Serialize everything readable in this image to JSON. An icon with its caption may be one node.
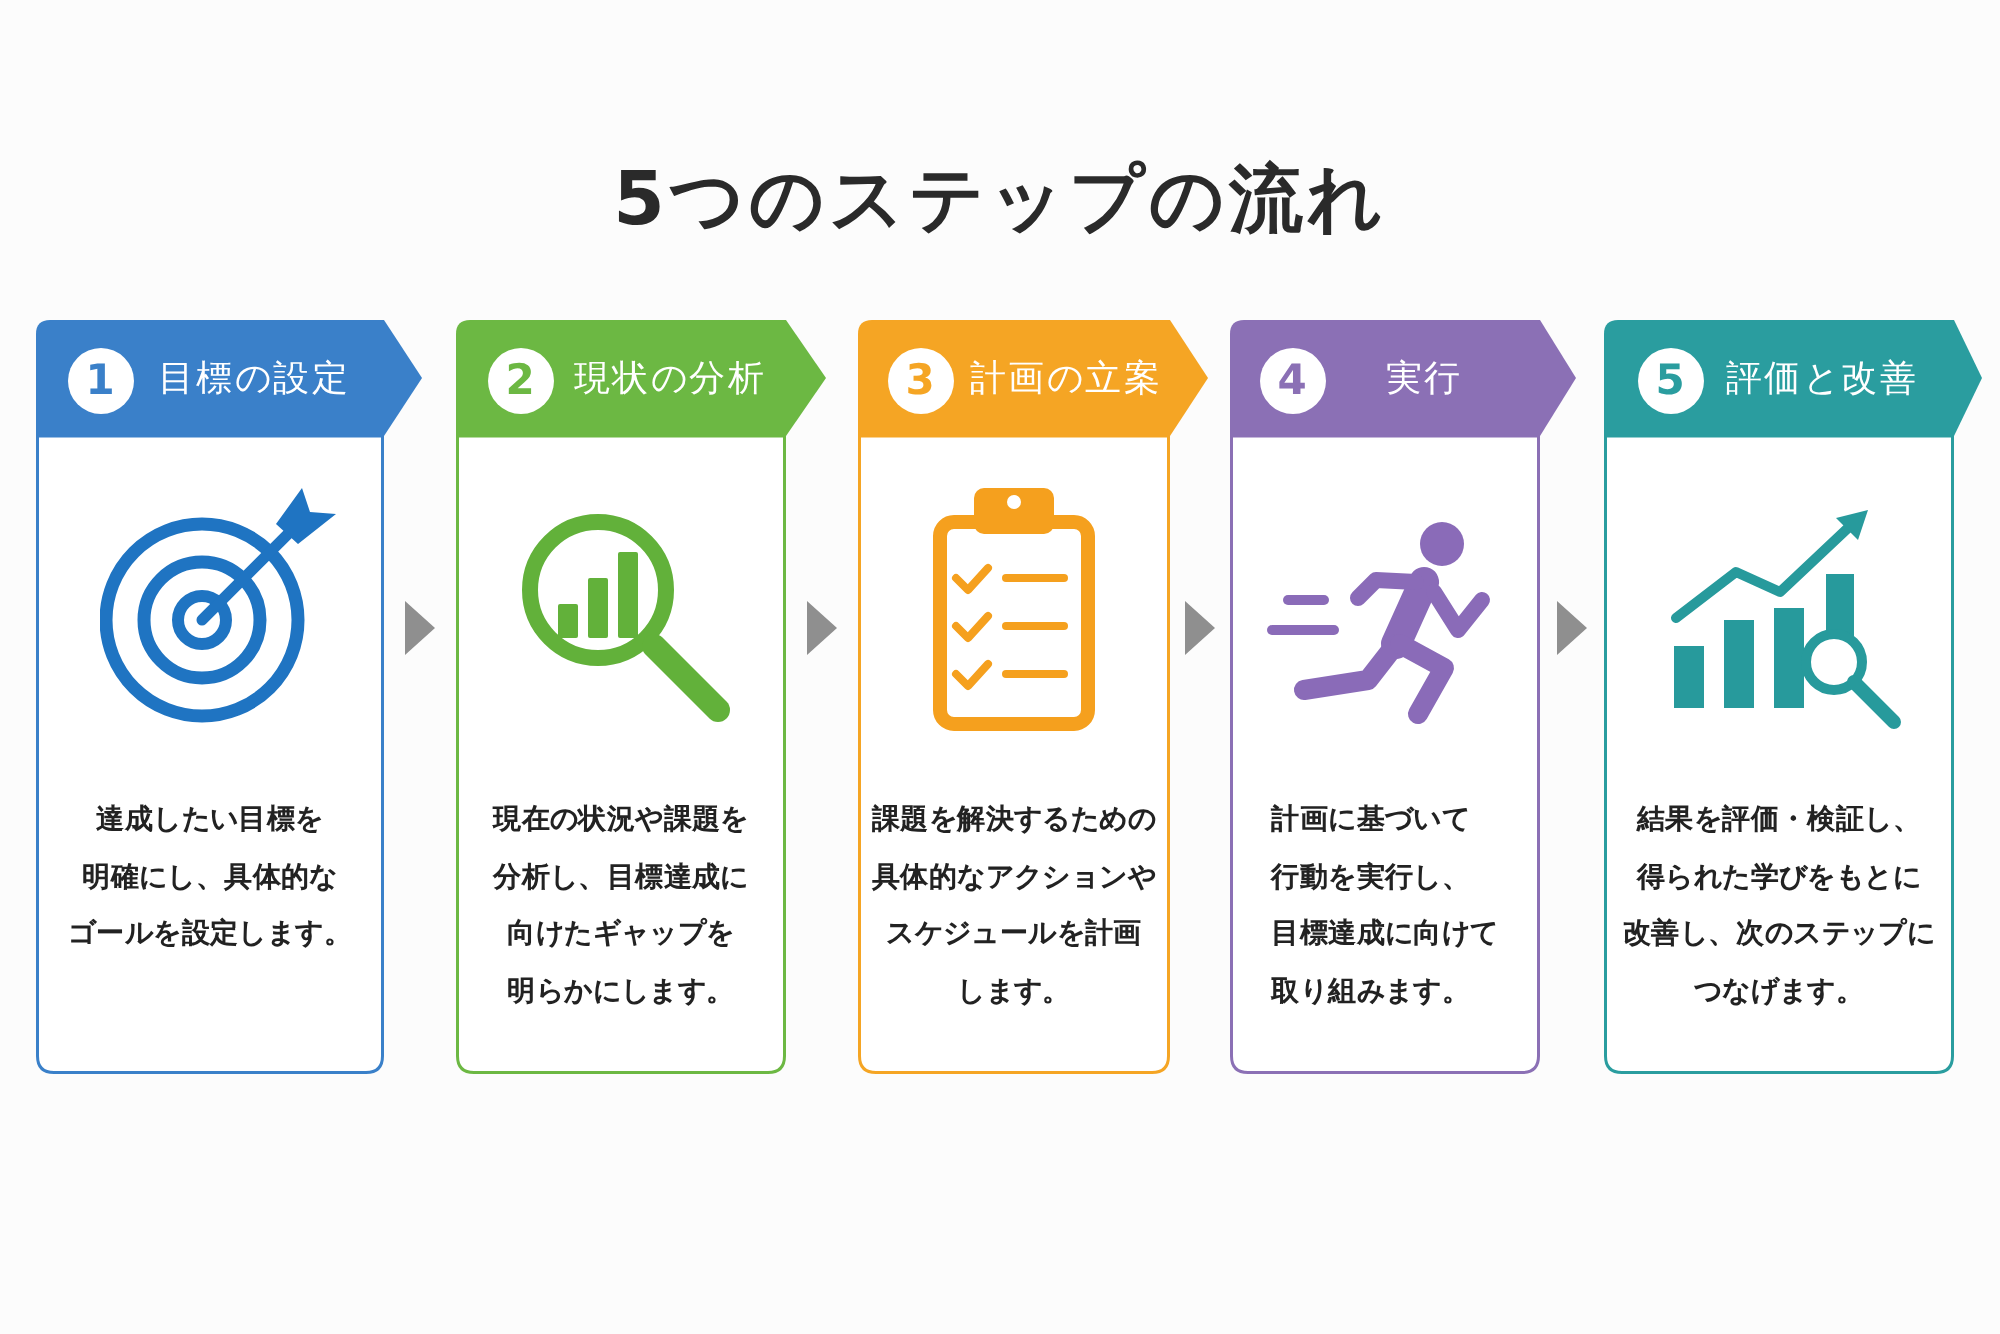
{
  "diagram": {
    "title": "5つのステップの流れ",
    "nodes": [
      {
        "text": [
          "1",
          "目標の設定",
          "達成したい目標を明確にし、具体的なゴールを設定します。"
        ]
      },
      {
        "text": [
          "2",
          "現状の分析",
          "現在の状況や課題を分析し、目標達成に向けたギャップを明らかにします。"
        ]
      },
      {
        "text": [
          "3",
          "計画の立案",
          "課題を解決するための具体的なアクションやスケジュールを計画します。"
        ]
      },
      {
        "text": [
          "4",
          "実行",
          "計画に基づいて行動を実行し、目標達成に向けて取り組みます。"
        ]
      },
      {
        "text": [
          "5",
          "評価と改善",
          "結果を評価・検証し、得られた学びをもとに改善し、次のステップにつなげます。"
        ]
      }
    ],
    "edges": [
      {
        "from": 0,
        "to": 1,
        "arrow": "to"
      },
      {
        "from": 1,
        "to": 2,
        "arrow": "to"
      },
      {
        "from": 2,
        "to": 3,
        "arrow": "to"
      },
      {
        "from": 3,
        "to": 4,
        "arrow": "to"
      }
    ]
  }
}
